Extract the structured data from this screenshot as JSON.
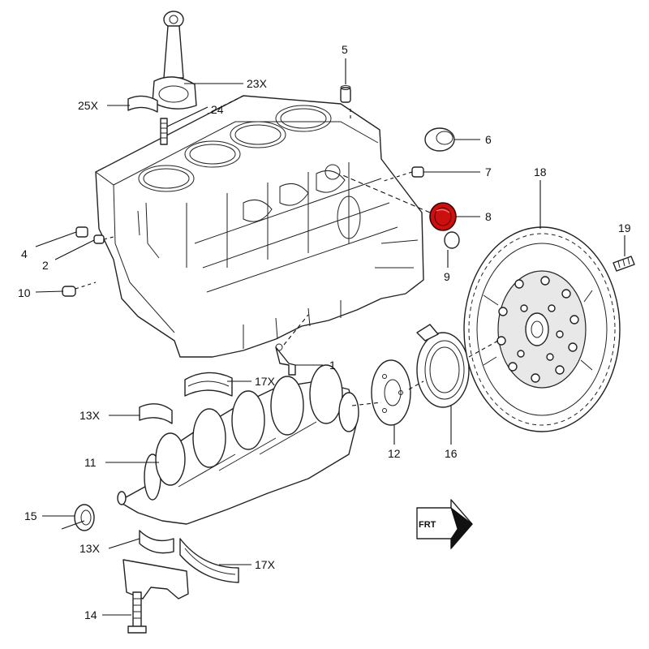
{
  "diagram": {
    "highlight_color": "#cc0f0f",
    "line_color": "#222222",
    "callouts": [
      {
        "id": "c1",
        "label": "1"
      },
      {
        "id": "c2",
        "label": "2"
      },
      {
        "id": "c4",
        "label": "4"
      },
      {
        "id": "c5",
        "label": "5"
      },
      {
        "id": "c6",
        "label": "6"
      },
      {
        "id": "c7",
        "label": "7"
      },
      {
        "id": "c8",
        "label": "8"
      },
      {
        "id": "c9",
        "label": "9"
      },
      {
        "id": "c10",
        "label": "10"
      },
      {
        "id": "c11",
        "label": "11"
      },
      {
        "id": "c12",
        "label": "12"
      },
      {
        "id": "c13a",
        "label": "13X"
      },
      {
        "id": "c13b",
        "label": "13X"
      },
      {
        "id": "c14",
        "label": "14"
      },
      {
        "id": "c15",
        "label": "15"
      },
      {
        "id": "c16",
        "label": "16"
      },
      {
        "id": "c17a",
        "label": "17X"
      },
      {
        "id": "c17b",
        "label": "17X"
      },
      {
        "id": "c18",
        "label": "18"
      },
      {
        "id": "c19",
        "label": "19"
      },
      {
        "id": "c23",
        "label": "23X"
      },
      {
        "id": "c24",
        "label": "24"
      },
      {
        "id": "c25",
        "label": "25X"
      }
    ],
    "front_arrow": {
      "label": "FRT",
      "icon": "front-direction-arrow-icon"
    }
  }
}
